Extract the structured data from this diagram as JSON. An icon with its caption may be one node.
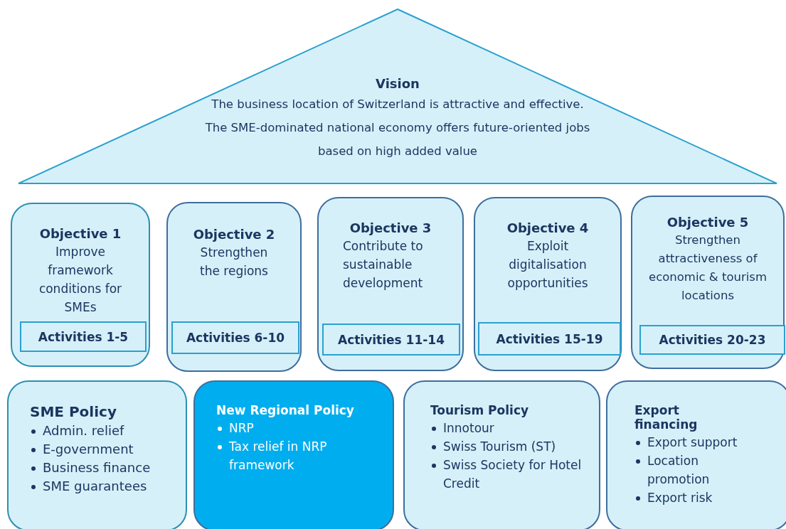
{
  "diagram": {
    "nodes": [
      {
        "text": [
          "Vision",
          "The business location of Switzerland is attractive and effective. The SME-dominated national economy offers future-oriented jobs based on high added value"
        ]
      },
      {
        "text": [
          "Objective 1",
          "Improve framework conditions for SMEs"
        ]
      },
      {
        "text": [
          "Activities 1-5"
        ],
        "in": 1
      },
      {
        "text": [
          "Objective 2",
          "Strengthen the regions"
        ]
      },
      {
        "text": [
          "Activities 6-10"
        ],
        "in": 3
      },
      {
        "text": [
          "Objective 3",
          "Contribute to sustainable development"
        ]
      },
      {
        "text": [
          "Activities 11-14"
        ],
        "in": 5
      },
      {
        "text": [
          "Objective 4",
          "Exploit digitalisation opportunities"
        ]
      },
      {
        "text": [
          "Activities 15-19"
        ],
        "in": 7
      },
      {
        "text": [
          "Objective 5",
          "Strengthen attractiveness of economic & tourism locations"
        ]
      },
      {
        "text": [
          "Activities 20-23"
        ],
        "in": 9
      },
      {
        "text": [
          "SME Policy",
          "Admin. relief",
          "E-government",
          "Business finance",
          "SME guarantees"
        ]
      },
      {
        "text": [
          "New Regional Policy",
          "NRP",
          "Tax relief in NRP framework"
        ]
      },
      {
        "text": [
          "Tourism Policy",
          "Innotour",
          "Swiss Tourism (ST)",
          "Swiss Society for Hotel Credit"
        ]
      },
      {
        "text": [
          "Export financing",
          "Export support",
          "Location promotion",
          "Export risk"
        ]
      }
    ],
    "edges": []
  }
}
